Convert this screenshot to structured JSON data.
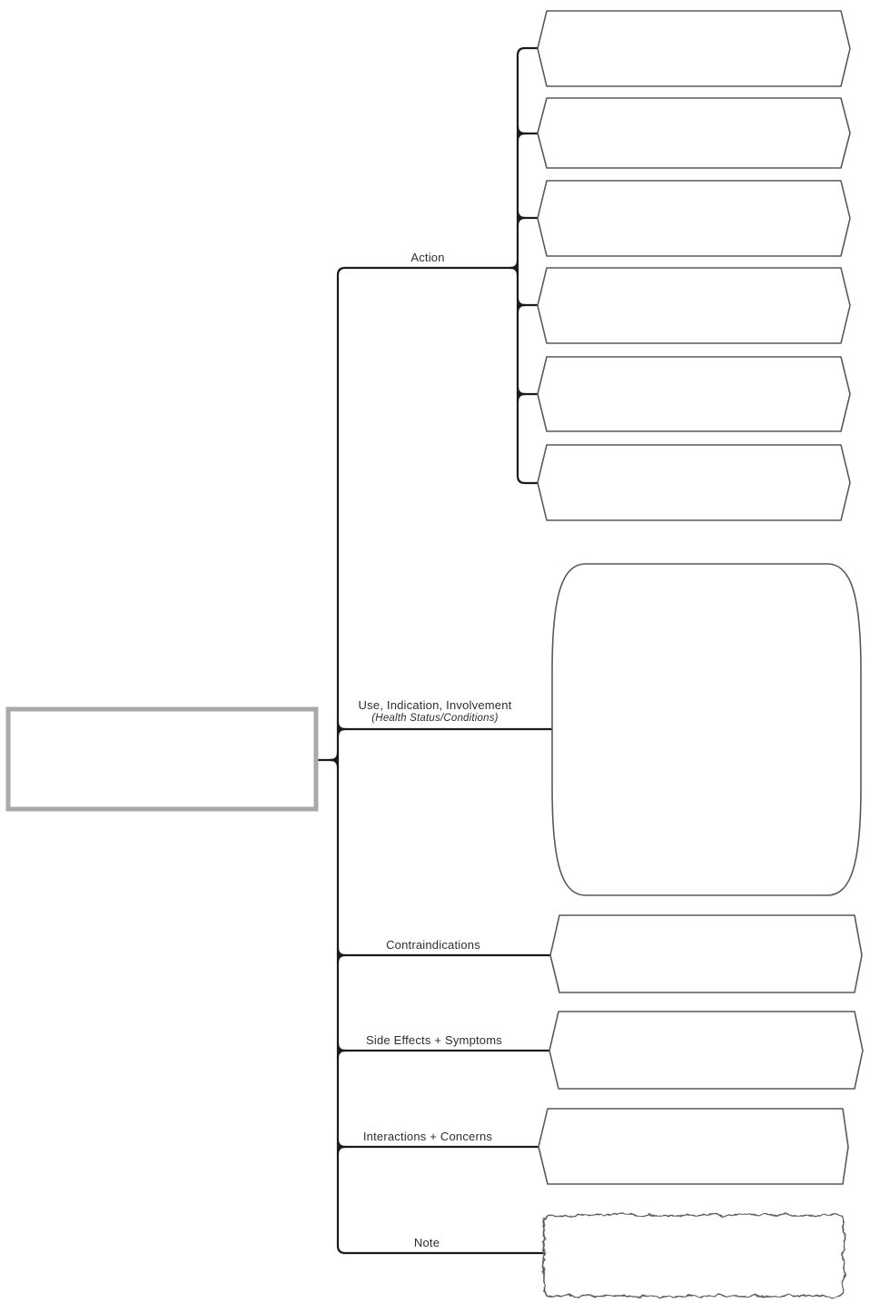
{
  "canvas": {
    "background": "#ffffff"
  },
  "root_node": {
    "label": ""
  },
  "branches": [
    {
      "key": "action",
      "label": "Action",
      "child_count": 6
    },
    {
      "key": "use_indication",
      "label": "Use, Indication, Involvement",
      "sublabel": "(Health Status/Conditions)"
    },
    {
      "key": "contraindications",
      "label": "Contraindications"
    },
    {
      "key": "side_effects",
      "label": "Side Effects + Symptoms"
    },
    {
      "key": "interactions",
      "label": "Interactions + Concerns"
    },
    {
      "key": "note",
      "label": "Note"
    }
  ],
  "colors": {
    "connector": "#1a1a1a",
    "node_outline": "#595959",
    "root_border": "#a9a9a9",
    "label_text": "#2d2d2d"
  }
}
